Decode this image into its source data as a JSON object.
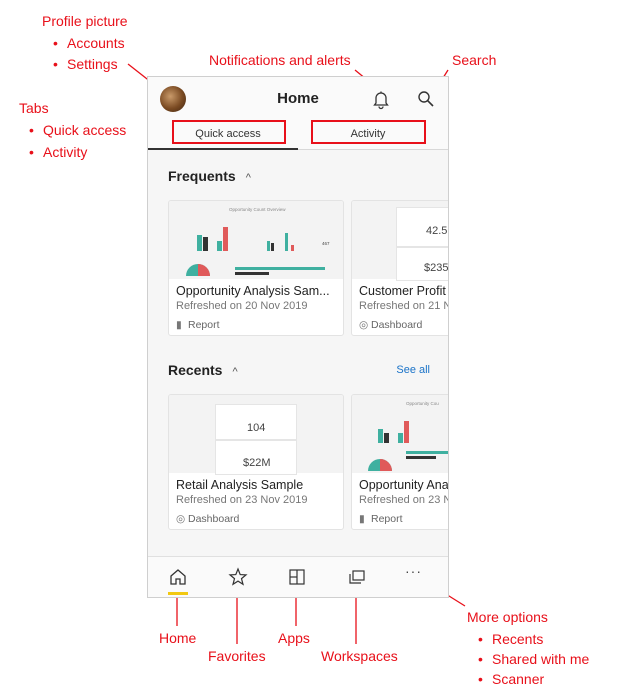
{
  "annotations": {
    "profile": {
      "title": "Profile picture",
      "items": [
        "Accounts",
        "Settings"
      ]
    },
    "notifications": "Notifications and alerts",
    "search": "Search",
    "tabs": {
      "title": "Tabs",
      "items": [
        "Quick access",
        "Activity"
      ]
    },
    "home": "Home",
    "favorites": "Favorites",
    "apps": "Apps",
    "workspaces": "Workspaces",
    "more": {
      "title": "More options",
      "items": [
        "Recents",
        "Shared with me",
        "Scanner"
      ]
    },
    "bullet": "•"
  },
  "app": {
    "title": "Home",
    "tabs": [
      {
        "label": "Quick access"
      },
      {
        "label": "Activity"
      }
    ],
    "frequents": {
      "title": "Frequents",
      "cards": [
        {
          "title": "Opportunity Analysis Sam...",
          "subtitle": "Refreshed on 20 Nov 2019",
          "type": "Report",
          "thumb_caption": "Opportunity Count Overview",
          "kpi": "467"
        },
        {
          "title": "Customer Profit",
          "subtitle": "Refreshed on 21 N",
          "type": "Dashboard",
          "kpi1": "42.5",
          "kpi2": "$235"
        }
      ]
    },
    "recents": {
      "title": "Recents",
      "see_all": "See all",
      "cards": [
        {
          "title": "Retail Analysis Sample",
          "subtitle": "Refreshed on 23 Nov 2019",
          "type": "Dashboard",
          "kpi1": "104",
          "kpi2": "$22M"
        },
        {
          "title": "Opportunity Ana",
          "subtitle": "Refreshed on 23 No",
          "type": "Report",
          "thumb_caption": "Opportunity Cou"
        }
      ]
    },
    "more_glyph": "···",
    "chevron": "^"
  },
  "colors": {
    "accent_annotation": "#e8101a",
    "teal": "#3fb0a0",
    "dark": "#333333",
    "coral": "#e05a5a",
    "indicator": "#f2c811",
    "link": "#1a73c8"
  }
}
